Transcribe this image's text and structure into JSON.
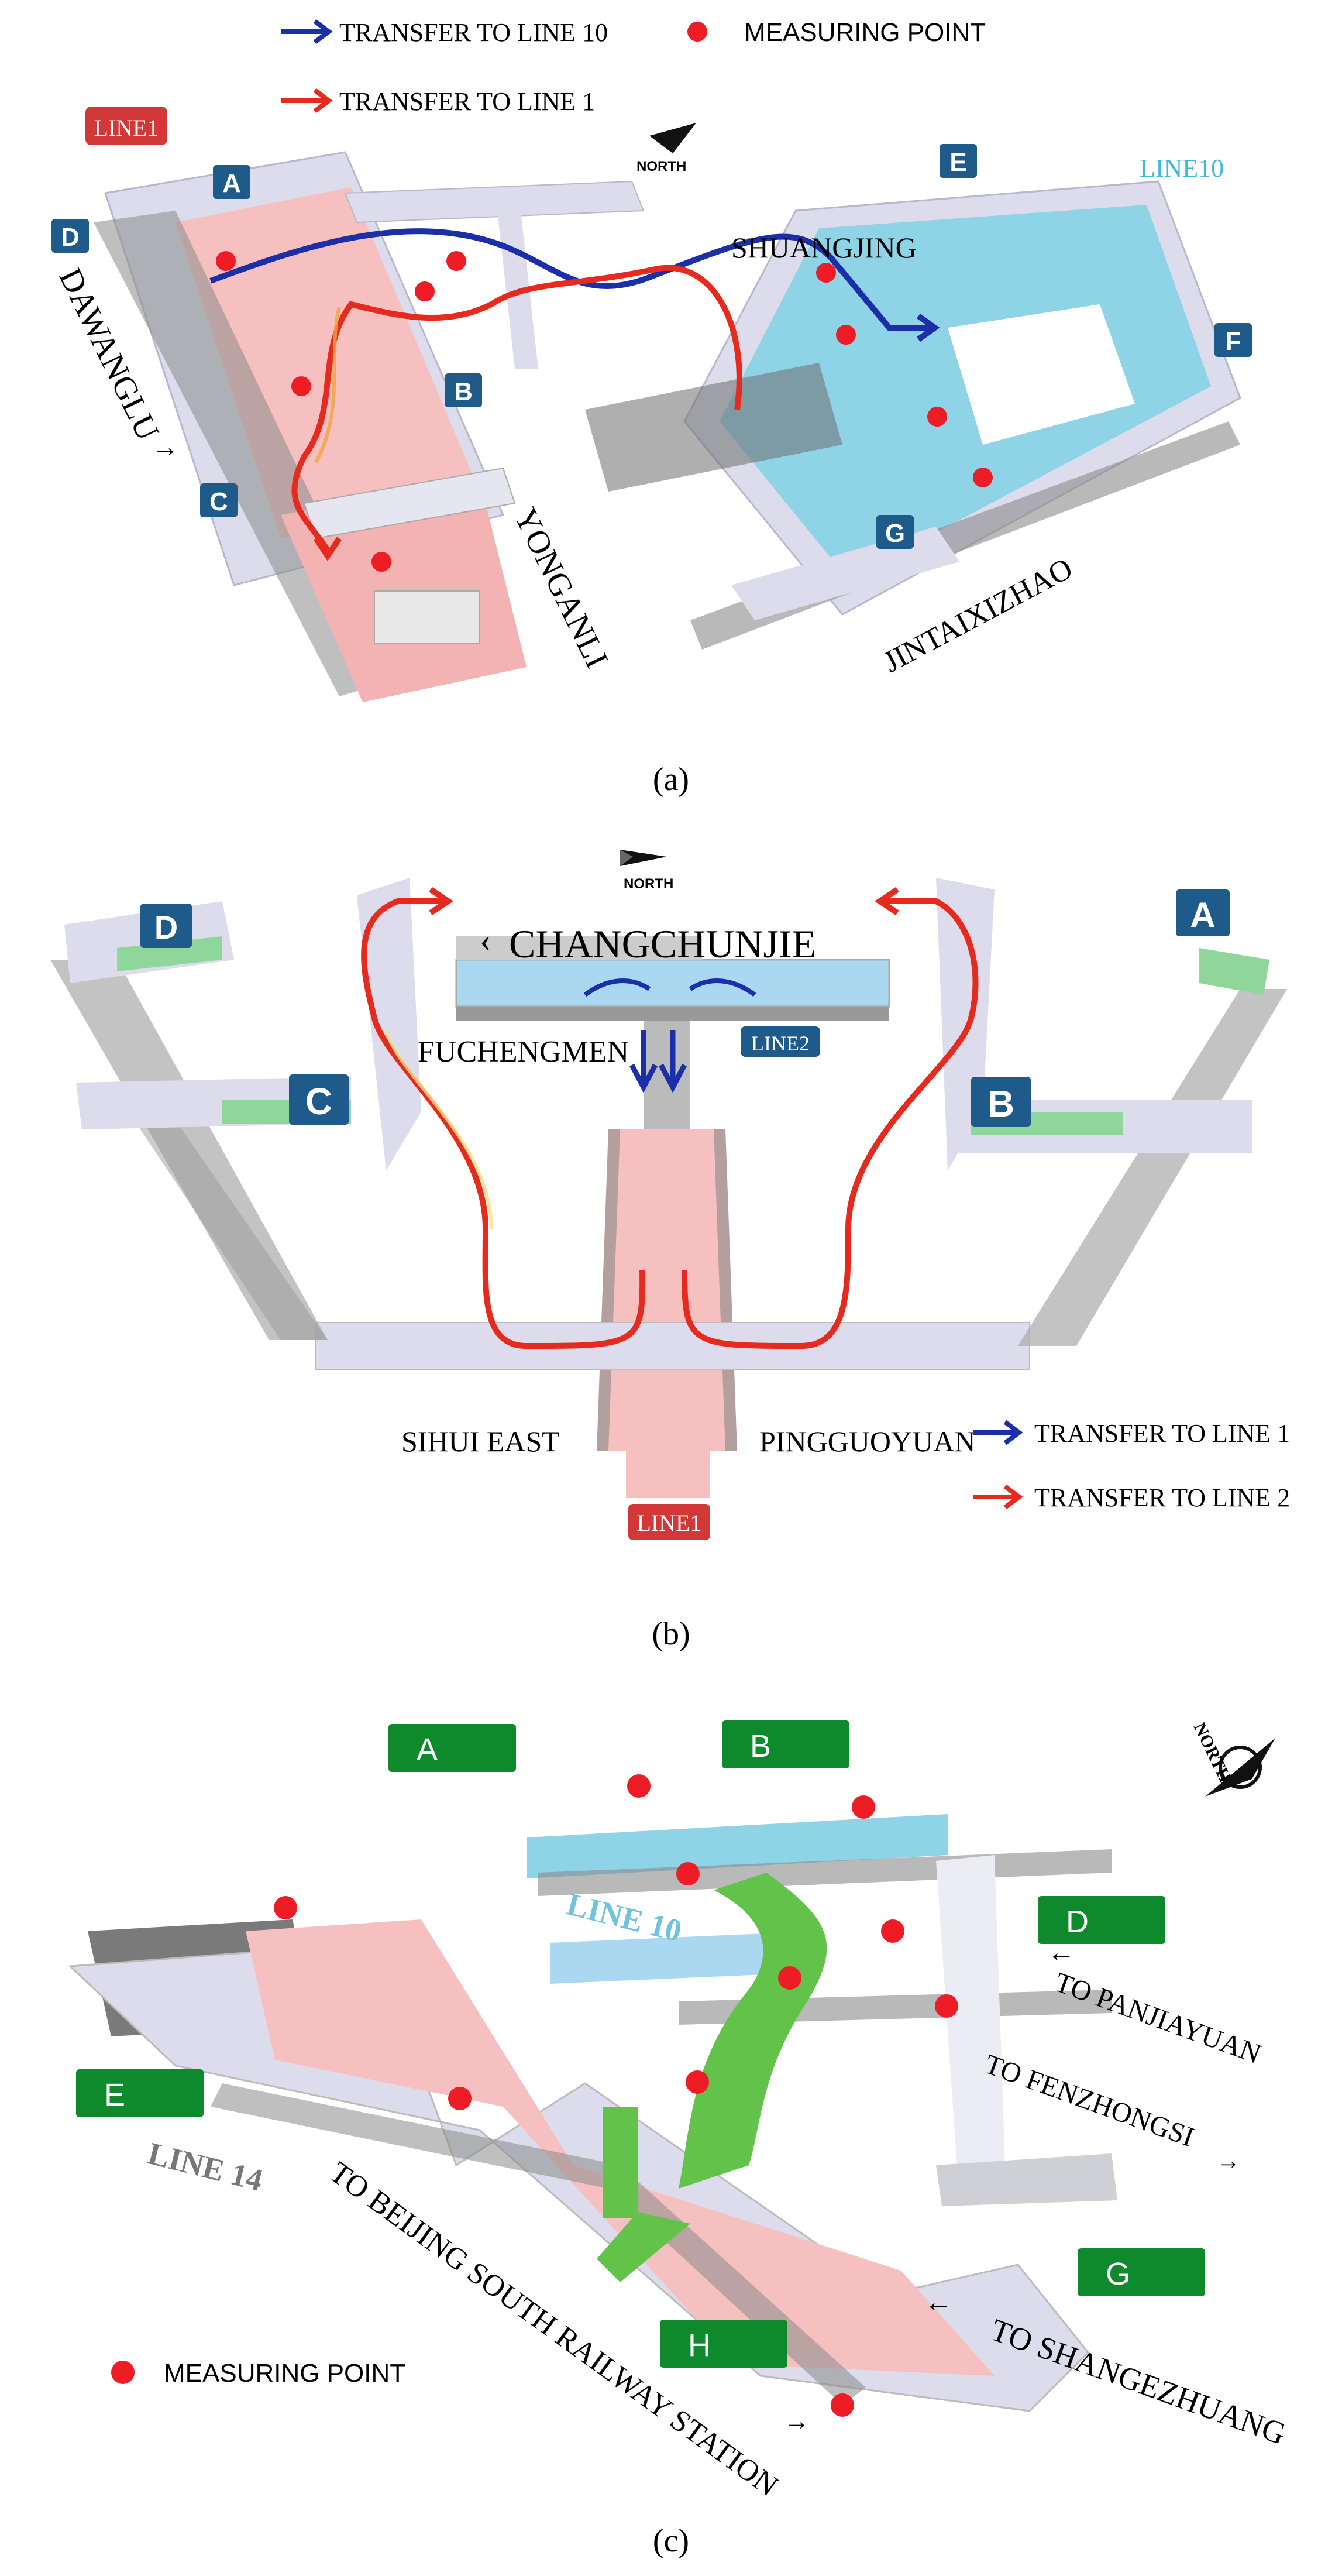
{
  "colors": {
    "transfer_line10": "#1a2fa8",
    "transfer_line1": "#e62a1e",
    "transfer_line2": "#e62a1e",
    "measuring_point": "#ee1c24",
    "line1_platform": "#f6c0c0",
    "line10_platform": "#8fd3e6",
    "line2_platform": "#a9d8f0",
    "entrance_a_to_g": "#1f5b8a",
    "entrance_green": "#0e8a2c",
    "concourse": "#dcdcec",
    "gray_structure": "#7a7a7a"
  },
  "panel_a": {
    "legend": {
      "transfer_to_line10": "TRANSFER TO LINE 10",
      "transfer_to_line1": "TRANSFER TO LINE 1",
      "measuring_point": "MEASURING POINT"
    },
    "north": "NORTH",
    "line_badges": {
      "line1": "LINE1",
      "line10": "LINE10"
    },
    "directions": {
      "dawanglu": "DAWANGLU",
      "yonganli": "YONGANLI",
      "shuangjing": "SHUANGJING",
      "jintaixizhao": "JINTAIXIZHAO"
    },
    "entrances": [
      "A",
      "B",
      "C",
      "D",
      "E",
      "F",
      "G"
    ],
    "caption": "(a)"
  },
  "panel_b": {
    "north": "NORTH",
    "directions": {
      "changchunjie": "CHANGCHUNJIE",
      "fuchengmen": "FUCHENGMEN",
      "sihui_east": "SIHUI EAST",
      "pingguoyuan": "PINGGUOYUAN"
    },
    "line_badges": {
      "line2": "LINE2",
      "line1": "LINE1"
    },
    "entrances": [
      "A",
      "B",
      "C",
      "D"
    ],
    "legend": {
      "transfer_to_line1": "TRANSFER TO LINE 1",
      "transfer_to_line2": "TRANSFER TO LINE 2"
    },
    "caption": "(b)"
  },
  "panel_c": {
    "north": "NORTH",
    "entrances": [
      "A",
      "B",
      "D",
      "E",
      "G",
      "H"
    ],
    "line_labels": {
      "line10": "LINE 10",
      "line14": "LINE 14"
    },
    "directions": {
      "to_panjiayuan": "TO PANJIAYUAN",
      "to_fenzhongsi": "TO FENZHONGSI",
      "to_beijing_south": "TO BEIJING SOUTH RAILWAY STATION",
      "to_shangezhuang": "TO SHANGEZHUANG"
    },
    "legend": {
      "measuring_point": "MEASURING POINT"
    },
    "caption": "(c)"
  }
}
